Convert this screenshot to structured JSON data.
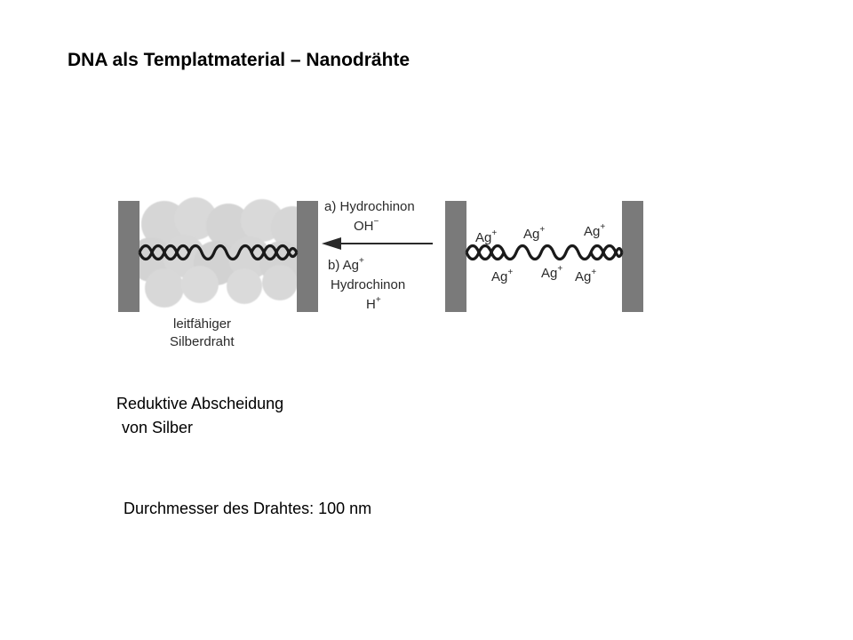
{
  "title": "DNA als Templatmaterial – Nanodrähte",
  "figure": {
    "step_a_line1": "a) Hydrochinon",
    "step_a_line2": "OH",
    "step_a_line2_sup": "−",
    "step_b_line1": "b) Ag",
    "step_b_line1_sup": "+",
    "step_b_line2": "Hydrochinon",
    "step_b_line3": "H",
    "step_b_line3_sup": "+",
    "wire_label_line1": "leitfähiger",
    "wire_label_line2": "Silberdraht",
    "ion_label": "Ag",
    "ion_charge": "+"
  },
  "caption": {
    "line1": "Reduktive Abscheidung",
    "line2": "von Silber"
  },
  "diameter_text": "Durchmesser des Drahtes: 100 nm"
}
